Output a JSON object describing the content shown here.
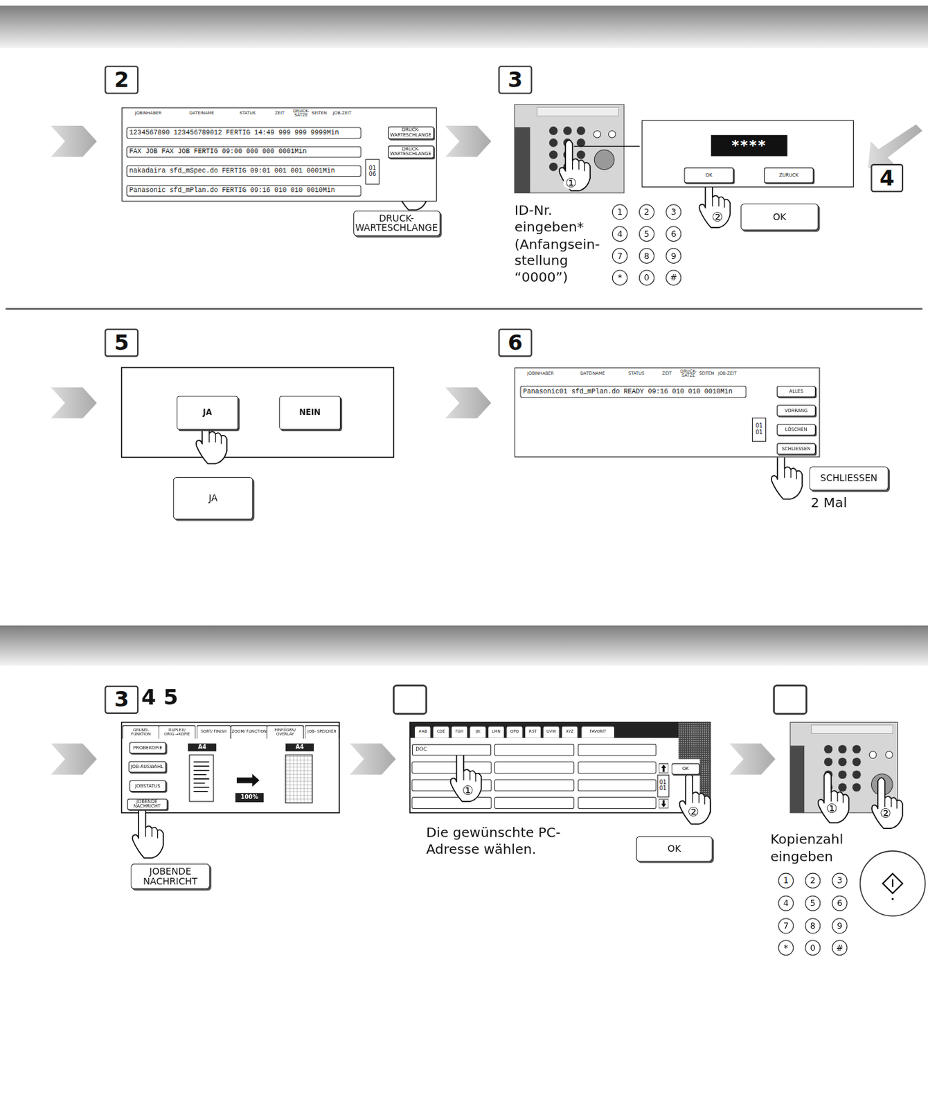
{
  "diagram": {
    "nodes": [
      {
        "text": [
          "2"
        ]
      },
      {
        "text": [
          "JOBINHABER",
          "DATEINAME",
          "STATUS",
          "ZEIT",
          "DRUCK- SÄTZE",
          "SEITEN",
          "JOB-ZEIT"
        ]
      },
      {
        "text": [
          "1234567890 123456789012 FERTIG 14:49 999 999 9999Min"
        ],
        "in": 1
      },
      {
        "text": [
          "FAX JOB FAX JOB FERTIG 09:00 000 000 0001Min"
        ],
        "in": 1
      },
      {
        "text": [
          "nakadaira sfd_mSpec.do FERTIG 09:01 001 001 0001Min"
        ],
        "in": 1
      },
      {
        "text": [
          "Panasonic sfd_mPlan.do FERTIG 09:16 010 010 0010Min"
        ],
        "in": 1
      },
      {
        "text": [
          "01",
          "06"
        ],
        "in": 1
      },
      {
        "text": [
          "DRUCK- WARTESCHLANGE"
        ],
        "in": 1
      },
      {
        "text": [
          "DRUCK- WARTESCHLANGE"
        ],
        "in": 1
      },
      {
        "text": [
          "DRUCK- WARTESCHLANGE"
        ]
      },
      {
        "text": [
          "3"
        ]
      },
      {
        "text": [
          "****"
        ]
      },
      {
        "text": [
          "OK"
        ],
        "in": 11
      },
      {
        "text": [
          "ZURUCK"
        ],
        "in": 11
      },
      {
        "text": [
          "4"
        ]
      },
      {
        "text": [
          "OK"
        ]
      },
      {
        "text": [
          "1"
        ]
      },
      {
        "text": [
          "2"
        ]
      },
      {
        "text": [
          "3"
        ]
      },
      {
        "text": [
          "4"
        ]
      },
      {
        "text": [
          "5"
        ]
      },
      {
        "text": [
          "6"
        ]
      },
      {
        "text": [
          "7"
        ]
      },
      {
        "text": [
          "8"
        ]
      },
      {
        "text": [
          "9"
        ]
      },
      {
        "text": [
          "*"
        ]
      },
      {
        "text": [
          "0"
        ]
      },
      {
        "text": [
          "#"
        ]
      },
      {
        "text": [
          "5"
        ]
      },
      {
        "text": [
          "JA"
        ]
      },
      {
        "text": [
          "NEIN"
        ]
      },
      {
        "text": [
          "JA"
        ]
      },
      {
        "text": [
          "6"
        ]
      },
      {
        "text": [
          "JOBINHABER",
          "DATEINAME",
          "STATUS",
          "ZEIT",
          "DRUCK- SÄTZE",
          "SEITEN",
          "JOB-ZEIT"
        ]
      },
      {
        "text": [
          "Panasonic01 sfd_mPlan.do READY 09:16 010 010 0010Min"
        ],
        "in": 33
      },
      {
        "text": [
          "01",
          "01"
        ],
        "in": 33
      },
      {
        "text": [
          "ALLES"
        ],
        "in": 33
      },
      {
        "text": [
          "VORRANG"
        ],
        "in": 33
      },
      {
        "text": [
          "LÖSCHEN"
        ],
        "in": 33
      },
      {
        "text": [
          "SCHLIESSEN"
        ],
        "in": 33
      },
      {
        "text": [
          "SCHLIESSEN"
        ]
      },
      {
        "text": [
          "3"
        ]
      },
      {
        "text": [
          "GRUND- FUNKTION"
        ]
      },
      {
        "text": [
          "DUPLEX/ ORIG.→KOPIE"
        ]
      },
      {
        "text": [
          "SORT/ FINISH"
        ]
      },
      {
        "text": [
          "ZOOM/ FUNCTION"
        ]
      },
      {
        "text": [
          "EINFÜGEN/ OVERLAY"
        ]
      },
      {
        "text": [
          "JOB- SPEICHER"
        ]
      },
      {
        "text": [
          "PROBEKOPIE"
        ]
      },
      {
        "text": [
          "JOB-AUSWAHL"
        ]
      },
      {
        "text": [
          "JOBSTATUS"
        ]
      },
      {
        "text": [
          "JOBENDE NACHRICHT"
        ]
      },
      {
        "text": [
          "A4"
        ]
      },
      {
        "text": [
          "A4"
        ]
      },
      {
        "text": [
          "100%"
        ]
      },
      {
        "text": [
          "JOBENDE NACHRICHT"
        ]
      },
      {
        "text": [
          "#AB"
        ]
      },
      {
        "text": [
          "CDE"
        ]
      },
      {
        "text": [
          "FGH"
        ]
      },
      {
        "text": [
          "IJK"
        ]
      },
      {
        "text": [
          "LMN"
        ]
      },
      {
        "text": [
          "OPQ"
        ]
      },
      {
        "text": [
          "RST"
        ]
      },
      {
        "text": [
          "UVW"
        ]
      },
      {
        "text": [
          "XYZ"
        ]
      },
      {
        "text": [
          "FAVORIT"
        ]
      },
      {
        "text": [
          "DOC"
        ]
      },
      {
        "text": [
          "01",
          "01"
        ]
      },
      {
        "text": [
          "OK"
        ]
      },
      {
        "text": [
          "OK"
        ]
      },
      {
        "text": [
          "1"
        ]
      },
      {
        "text": [
          "2"
        ]
      },
      {
        "text": [
          "3"
        ]
      },
      {
        "text": [
          "4"
        ]
      },
      {
        "text": [
          "5"
        ]
      },
      {
        "text": [
          "6"
        ]
      },
      {
        "text": [
          "7"
        ]
      },
      {
        "text": [
          "8"
        ]
      },
      {
        "text": [
          "9"
        ]
      },
      {
        "text": [
          "*"
        ]
      },
      {
        "text": [
          "0"
        ]
      },
      {
        "text": [
          "#"
        ]
      }
    ],
    "labels": [
      "4 5",
      "ID-Nr. eingeben* (Anfangsein- stellung “0000”)",
      "①",
      "②",
      "2 Mal",
      "Die gewünschte PC-Adresse wählen.",
      "①",
      "②",
      "Kopienzahl eingeben",
      "①",
      "②"
    ]
  }
}
